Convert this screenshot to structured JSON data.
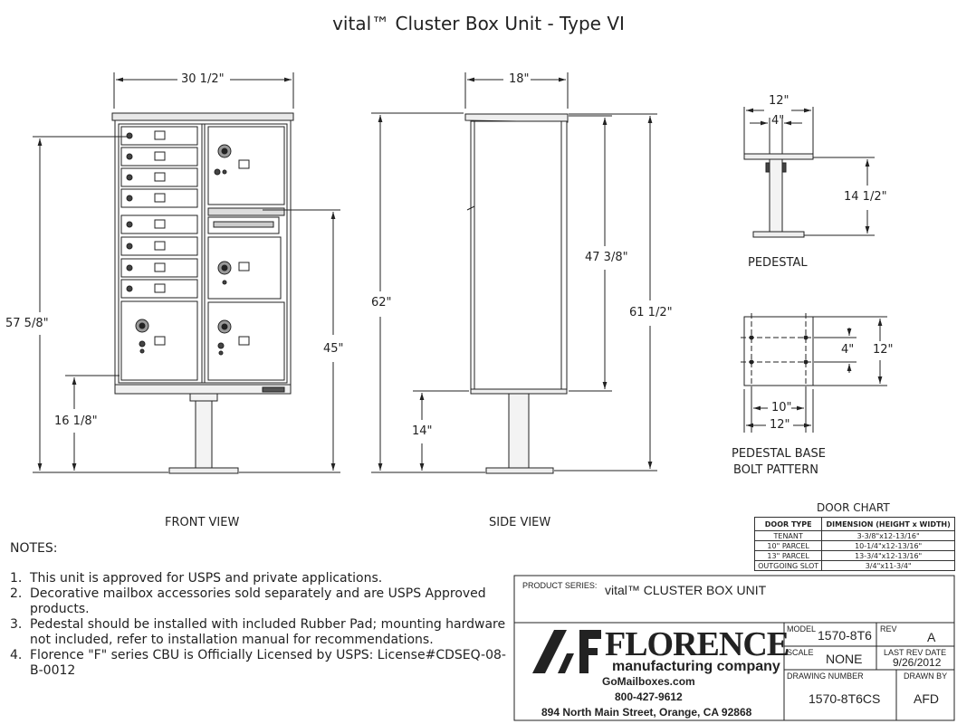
{
  "title": "vital™ Cluster Box Unit - Type VI",
  "views": {
    "front_label": "FRONT VIEW",
    "side_label": "SIDE VIEW",
    "pedestal_label": "PEDESTAL",
    "base_label_1": "PEDESTAL BASE",
    "base_label_2": "BOLT PATTERN"
  },
  "dimensions": {
    "front_width": "30 1/2\"",
    "front_total_height": "57 5/8\"",
    "front_45": "45\"",
    "front_16": "16 1/8\"",
    "side_depth": "18\"",
    "side_62": "62\"",
    "side_47": "47 3/8\"",
    "side_61": "61 1/2\"",
    "side_14": "14\"",
    "ped_12": "12\"",
    "ped_4": "4\"",
    "ped_14": "14 1/2\"",
    "base_4": "4\"",
    "base_12_v": "12\"",
    "base_10": "10\"",
    "base_12_h": "12\""
  },
  "notes": {
    "heading": "NOTES:",
    "items": [
      {
        "n": "1.",
        "text": "This unit is approved for USPS and private applications."
      },
      {
        "n": "2.",
        "text": "Decorative mailbox accessories sold separately and are USPS Approved products."
      },
      {
        "n": "3.",
        "text": "Pedestal should be installed with included Rubber Pad; mounting hardware not included, refer to installation manual for recommendations."
      },
      {
        "n": "4.",
        "text": "Florence \"F\" series CBU is Officially Licensed by USPS: License#CDSEQ-08-B-0012"
      }
    ]
  },
  "door_chart": {
    "title": "DOOR CHART",
    "headers": [
      "DOOR TYPE",
      "DIMENSION (HEIGHT x WIDTH)"
    ],
    "rows": [
      [
        "TENANT",
        "3-3/8\"x12-13/16\""
      ],
      [
        "10\" PARCEL",
        "10-1/4\"x12-13/16\""
      ],
      [
        "13\" PARCEL",
        "13-3/4\"x12-13/16\""
      ],
      [
        "OUTGOING SLOT",
        "3/4\"x11-3/4\""
      ]
    ]
  },
  "title_block": {
    "product_series_label": "PRODUCT SERIES:",
    "product_series_value": "vital™ CLUSTER BOX UNIT",
    "logo_af": "AF",
    "logo_name": "FLORENCE",
    "logo_sub": "manufacturing company",
    "website": "GoMailboxes.com",
    "phone": "800-427-9612",
    "address": "894 North Main Street, Orange, CA 92868",
    "model_label": "MODEL",
    "model_value": "1570-8T6",
    "rev_label": "REV",
    "rev_value": "A",
    "scale_label": "SCALE",
    "scale_value": "NONE",
    "last_rev_label": "LAST REV DATE",
    "last_rev_value": "9/26/2012",
    "drawing_number_label": "DRAWING NUMBER",
    "drawing_number_value": "1570-8T6CS",
    "drawn_by_label": "DRAWN BY",
    "drawn_by_value": "AFD"
  }
}
